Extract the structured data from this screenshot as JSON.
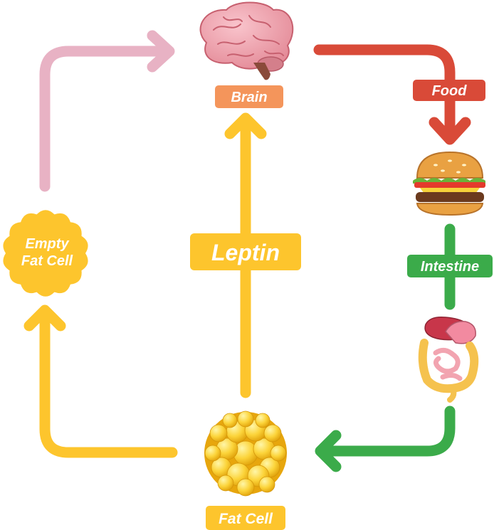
{
  "colors": {
    "pink": "#e8b2c4",
    "red": "#d94a38",
    "green": "#3bab4a",
    "yellow": "#fdc52d",
    "orange": "#f4955b"
  },
  "nodes": {
    "brain": {
      "label": "Brain",
      "icon": "brain-icon"
    },
    "food": {
      "label": "Food",
      "icon": "burger-icon"
    },
    "intestine": {
      "label": "Intestine",
      "icon": "digestive-system-icon"
    },
    "fat_cell": {
      "label": "Fat Cell",
      "icon": "fat-cell-icon"
    },
    "empty_fat_cell": {
      "label_line1": "Empty",
      "label_line2": "Fat Cell"
    },
    "leptin": {
      "label": "Leptin"
    }
  }
}
